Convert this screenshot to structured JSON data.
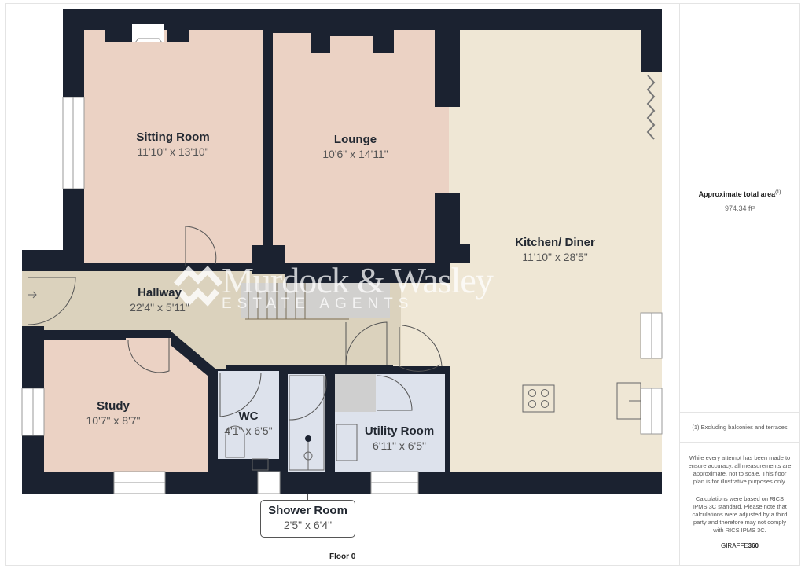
{
  "colors": {
    "wall": "#1b2230",
    "reception_room": "#ebd2c4",
    "kitchen": "#efe7d5",
    "hallway": "#dbd2bd",
    "wet_room": "#dde2ec",
    "storage": "#cfcfcf"
  },
  "watermark": {
    "title": "Murdock & Wasley",
    "subtitle": "ESTATE AGENTS"
  },
  "rooms": [
    {
      "name": "Sitting Room",
      "dimensions": "11'10\" x 13'10\""
    },
    {
      "name": "Lounge",
      "dimensions": "10'6\" x 14'11\""
    },
    {
      "name": "Kitchen/ Diner",
      "dimensions": "11'10\" x 28'5\""
    },
    {
      "name": "Hallway",
      "dimensions": "22'4\" x 5'11\""
    },
    {
      "name": "Study",
      "dimensions": "10'7\" x 8'7\""
    },
    {
      "name": "WC",
      "dimensions": "4'1\" x 6'5\""
    },
    {
      "name": "Utility Room",
      "dimensions": "6'11\" x 6'5\""
    },
    {
      "name": "Shower Room",
      "dimensions": "2'5\" x 6'4\""
    }
  ],
  "floor_label": "Floor 0",
  "sidebar": {
    "area_title": "Approximate total area",
    "area_footnote_mark": "(1)",
    "area_value": "974.34 ft²",
    "footnote": "(1) Excluding balconies and terraces",
    "disclaimer": "While every attempt has been made to ensure accuracy, all measurements are approximate, not to scale. This floor plan is for illustrative purposes only.",
    "calculations_note": "Calculations were based on RICS IPMS 3C standard. Please note that calculations were adjusted by a third party and therefore may not comply with RICS IPMS 3C.",
    "brand_prefix": "GIRAFFE",
    "brand_suffix": "360"
  }
}
